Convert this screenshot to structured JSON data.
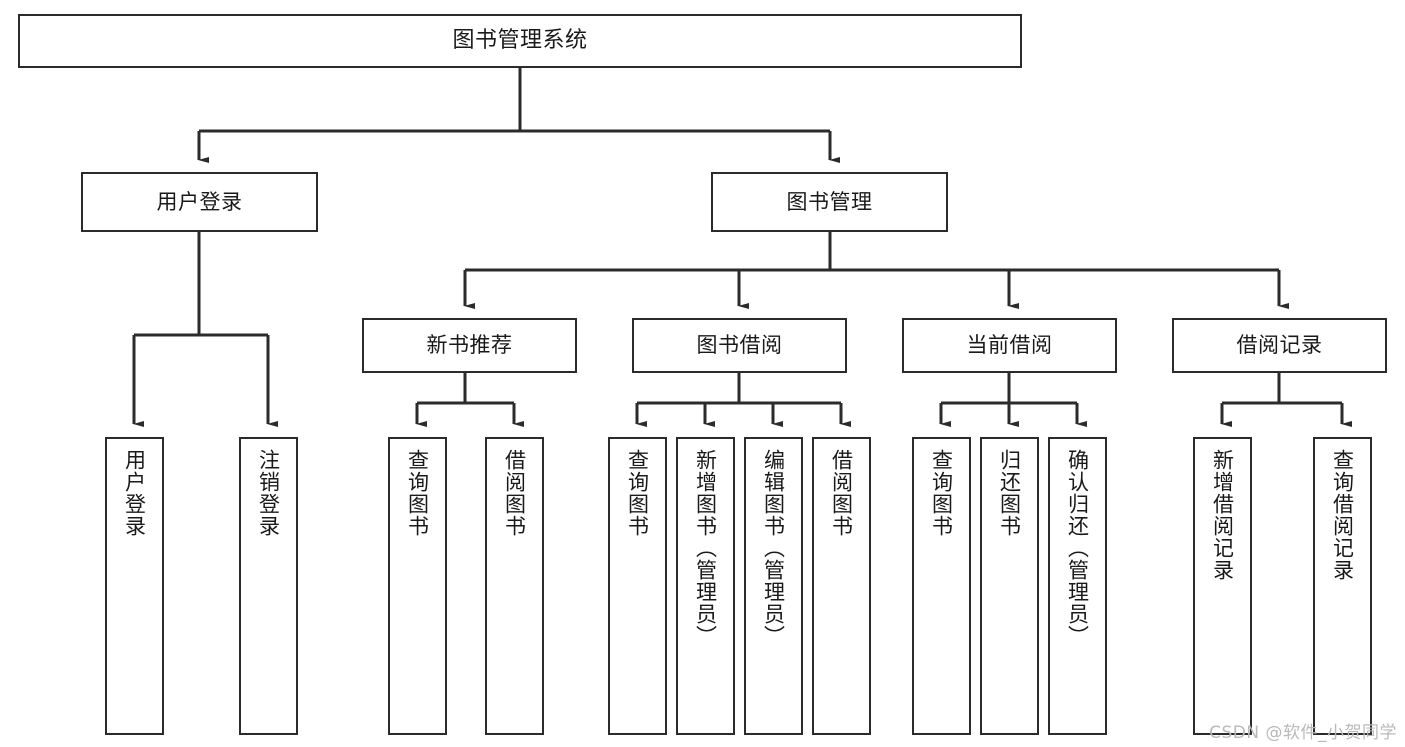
{
  "diagram": {
    "type": "tree-hierarchy-flowchart",
    "title": "图书管理系统",
    "watermark": "CSDN @软件_小贺同学",
    "colors": {
      "box_border": "#2b2b2b",
      "box_fill": "#ffffff",
      "edge": "#2b2b2b",
      "text": "#1a1a1a",
      "watermark": "#b9b9b9",
      "background": "#ffffff"
    },
    "nodes": {
      "root": {
        "label": "图书管理系统",
        "level": 0
      },
      "level1": [
        {
          "id": "user-login",
          "label": "用户登录"
        },
        {
          "id": "book-management",
          "label": "图书管理"
        }
      ],
      "level2": [
        {
          "id": "new-book-recommend",
          "label": "新书推荐",
          "parent": "book-management"
        },
        {
          "id": "book-borrow",
          "label": "图书借阅",
          "parent": "book-management"
        },
        {
          "id": "current-borrow",
          "label": "当前借阅",
          "parent": "book-management"
        },
        {
          "id": "borrow-record",
          "label": "借阅记录",
          "parent": "book-management"
        }
      ],
      "leaves": [
        {
          "id": "leaf-user-login",
          "label": "用户登录",
          "parent": "user-login"
        },
        {
          "id": "leaf-logout-login",
          "label": "注销登录",
          "parent": "user-login"
        },
        {
          "id": "leaf-query-book-1",
          "label": "查询图书",
          "parent": "new-book-recommend"
        },
        {
          "id": "leaf-borrow-book-1",
          "label": "借阅图书",
          "parent": "new-book-recommend"
        },
        {
          "id": "leaf-query-book-2",
          "label": "查询图书",
          "parent": "book-borrow"
        },
        {
          "id": "leaf-add-book",
          "label": "新增图书（管理员）",
          "parent": "book-borrow"
        },
        {
          "id": "leaf-edit-book",
          "label": "编辑图书（管理员）",
          "parent": "book-borrow"
        },
        {
          "id": "leaf-borrow-book-2",
          "label": "借阅图书",
          "parent": "book-borrow"
        },
        {
          "id": "leaf-query-book-3",
          "label": "查询图书",
          "parent": "current-borrow"
        },
        {
          "id": "leaf-return-book",
          "label": "归还图书",
          "parent": "current-borrow"
        },
        {
          "id": "leaf-confirm-return",
          "label": "确认归还（管理员）",
          "parent": "current-borrow"
        },
        {
          "id": "leaf-add-borrow-record",
          "label": "新增借阅记录",
          "parent": "borrow-record"
        },
        {
          "id": "leaf-query-borrow-record",
          "label": "查询借阅记录",
          "parent": "borrow-record"
        }
      ]
    }
  }
}
